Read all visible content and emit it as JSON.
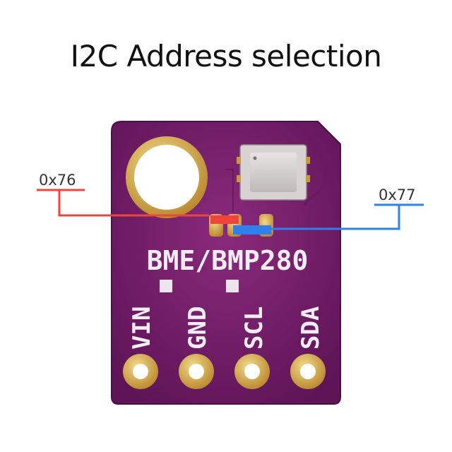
{
  "title": "I2C Address selection",
  "board": {
    "name": "BME/BMP280",
    "pins": [
      "VIN",
      "GND",
      "SCL",
      "SDA"
    ],
    "pcb_color": "#7a1f6e"
  },
  "address_left": {
    "label": "0x76",
    "color": "#f0433a"
  },
  "address_right": {
    "label": "0x77",
    "color": "#2f80ed"
  }
}
